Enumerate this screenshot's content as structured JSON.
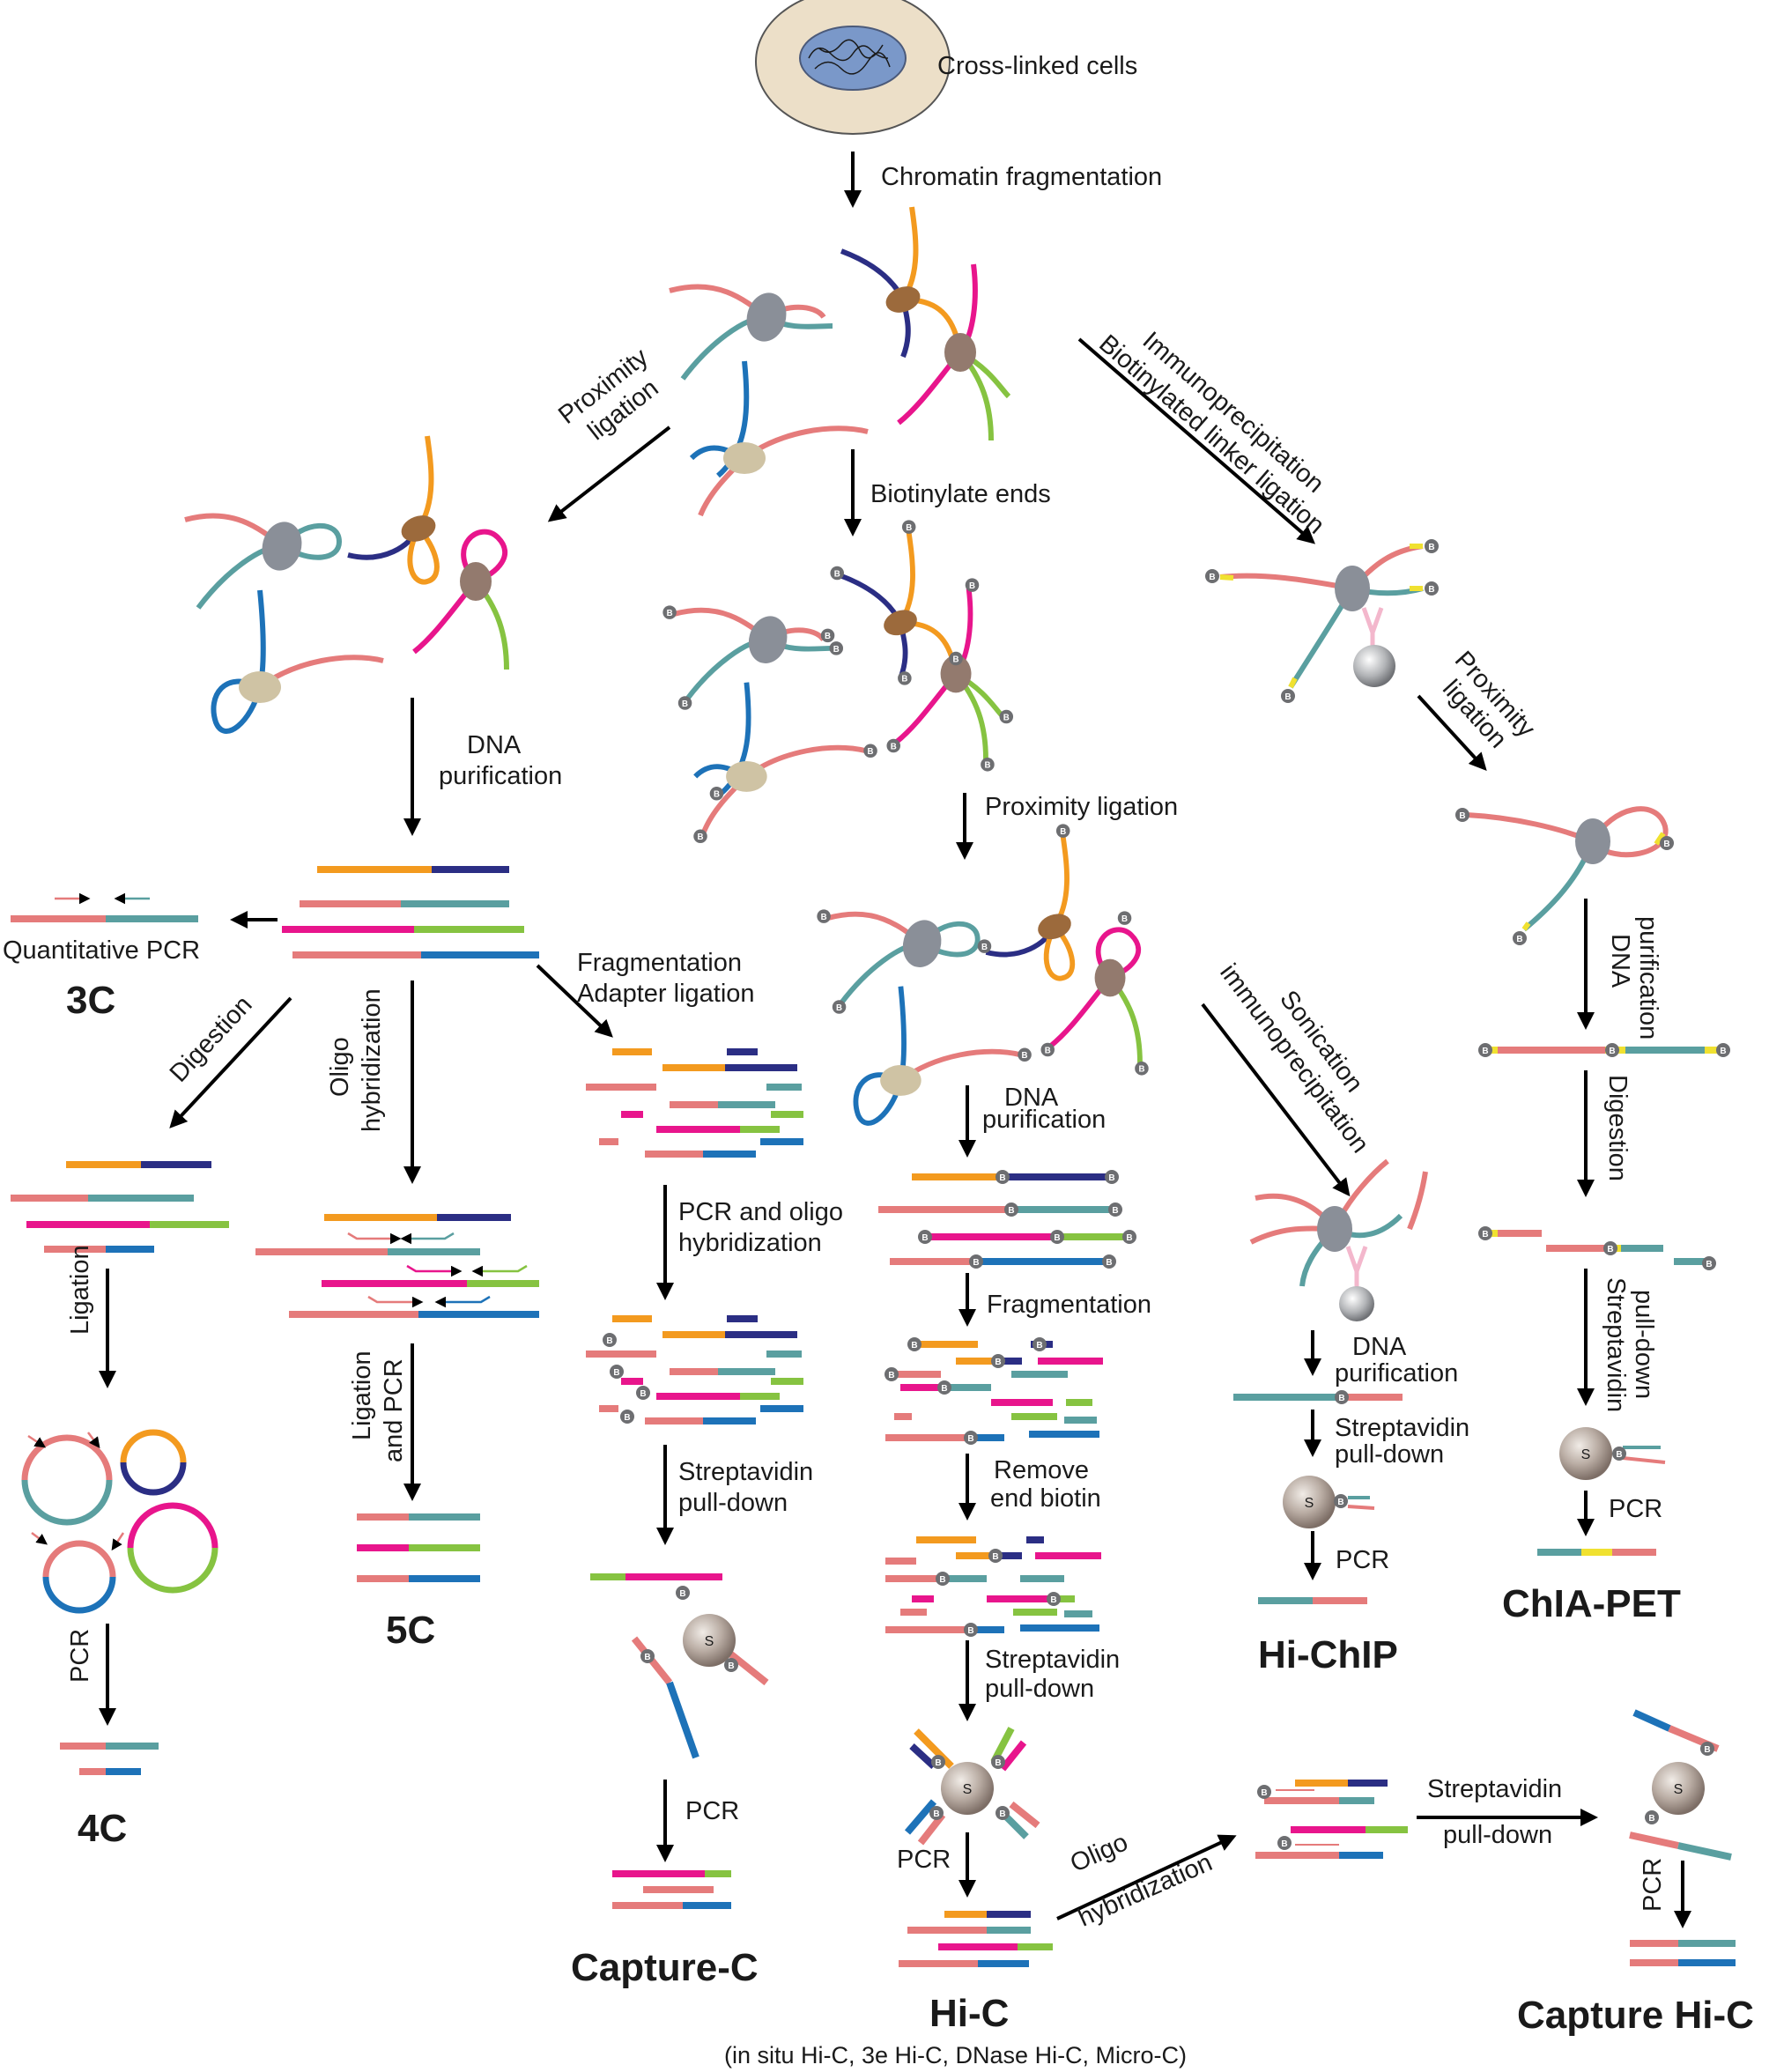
{
  "colors": {
    "salmon": "#e57b7b",
    "teal": "#5a9fa0",
    "orange": "#f39a1f",
    "navy": "#2b2e84",
    "magenta": "#e8158c",
    "lime": "#86c341",
    "blue": "#1d72b8",
    "protein_gray": "#8a8f98",
    "protein_brown": "#9c6a3c",
    "protein_taupe": "#937a6e",
    "protein_tan": "#cfc3a4",
    "biotin_yellow": "#f0e130",
    "streptavidin": "#9c8f88",
    "antibody_pink": "#f3b7cc",
    "bead_gray": "#a7a9ac"
  },
  "labels": {
    "cross_linked_cells": "Cross-linked cells",
    "chromatin_fragmentation": "Chromatin fragmentation",
    "proximity_ligation_1": "Proximity",
    "proximity_ligation_2": "ligation",
    "biotinylate_ends": "Biotinylate ends",
    "immunoprecipitation": "Immunoprecipitation",
    "biotinylated_linker_ligation": "Biotinylated linker ligation",
    "dna_purification_1": "DNA",
    "dna_purification_2": "purification",
    "proximity_ligation_full": "Proximity ligation",
    "quantitative_pcr": "Quantitative PCR",
    "digestion": "Digestion",
    "oligo": "Oligo",
    "hybridization": "hybridization",
    "fragmentation": "Fragmentation",
    "adapter_ligation": "Adapter ligation",
    "sonication": "Sonication",
    "immunoprecipitation_lc": "immunoprecipitation",
    "ligation": "Ligation",
    "ligation_and_pcr_1": "Ligation",
    "ligation_and_pcr_2": "and PCR",
    "pcr_and_oligo_1": "PCR and oligo",
    "pcr_and_oligo_2": "hybridization",
    "streptavidin": "Streptavidin",
    "pull_down": "pull-down",
    "remove": "Remove",
    "end_biotin": "end biotin",
    "pcr": "PCR",
    "oligo_hybridization_1": "Oligo",
    "oligo_hybridization_2": "hybridization",
    "biotin_letter": "B",
    "streptavidin_letter": "S"
  },
  "methods": {
    "m3c": "3C",
    "m4c": "4C",
    "m5c": "5C",
    "capture_c": "Capture-C",
    "hi_c": "Hi-C",
    "hi_c_note": "(in situ Hi-C, 3e Hi-C, DNase Hi-C, Micro-C)",
    "hi_chip": "Hi-ChIP",
    "chia_pet": "ChIA-PET",
    "capture_hi_c": "Capture Hi-C"
  }
}
